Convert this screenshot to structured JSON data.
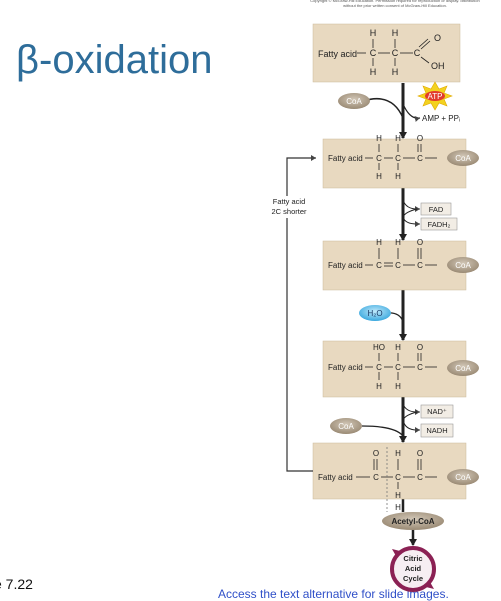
{
  "copyright": "Copyright © McGraw-Hill Education. Permission required for reproduction or display. distribution without the prior written consent of McGraw-Hill Education.",
  "title": "β-oxidation",
  "figure_number": "e 7.22",
  "footer_link": "Access the text alternative for slide images.",
  "colors": {
    "box": "#e8d9c0",
    "coa": "#a89a86",
    "atp": "#f3d21f",
    "water": "#5fc1ee",
    "cycle": "#8b2154",
    "title": "#2e6d9a"
  },
  "steps": {
    "s1": {
      "fatty_acid": "Fatty acid",
      "H_top1": "H",
      "H_top2": "H",
      "H_bot1": "H",
      "H_bot2": "H",
      "O": "O",
      "OH": "OH"
    },
    "activation": {
      "coa": "CoA",
      "atp": "ATP",
      "products": "AMP + PPᵢ"
    },
    "s2": {
      "fatty_acid": "Fatty acid",
      "H_top1": "H",
      "H_top2": "H",
      "O": "O",
      "H_bot1": "H",
      "H_bot2": "H",
      "coa": "CoA"
    },
    "oxidation1": {
      "fad": "FAD",
      "fadh2": "FADH₂"
    },
    "s3": {
      "fatty_acid": "Fatty acid",
      "H_top1": "H",
      "H_top2": "H",
      "O": "O",
      "coa": "CoA"
    },
    "hydration": {
      "water": "H₂O"
    },
    "s4": {
      "fatty_acid": "Fatty acid",
      "HO": "HO",
      "H_top": "H",
      "O": "O",
      "H_bot1": "H",
      "H_bot2": "H",
      "coa": "CoA"
    },
    "oxidation2": {
      "nad": "NAD⁺",
      "nadh": "NADH"
    },
    "s5": {
      "fatty_acid": "Fatty acid",
      "O1": "O",
      "H_top": "H",
      "O2": "O",
      "H_bot1": "H",
      "H_bot2": "H",
      "coa": "CoA"
    },
    "recycle": {
      "coa": "CoA",
      "label_line1": "Fatty acid",
      "label_line2": "2C shorter"
    },
    "acetyl_coa": "Acetyl-CoA",
    "cycle": {
      "line1": "Citric",
      "line2": "Acid",
      "line3": "Cycle"
    }
  }
}
